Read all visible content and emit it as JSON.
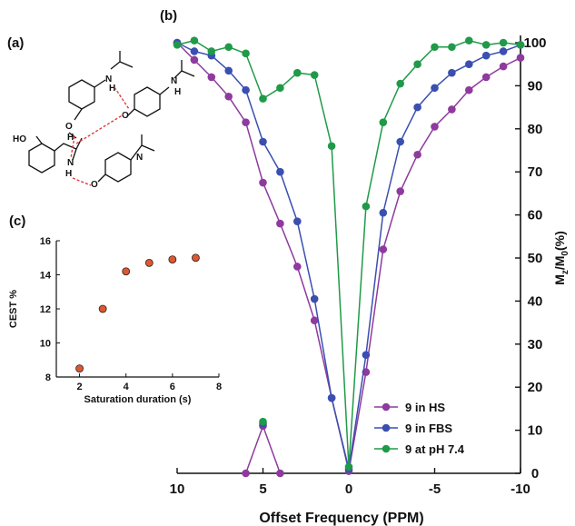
{
  "panels": {
    "a": "(a)",
    "b": "(b)",
    "c": "(c)"
  },
  "molecule": {
    "atom_labels": [
      "N",
      "H",
      "H",
      "O",
      "H",
      "N",
      "H",
      "H",
      "HO",
      "O",
      "H",
      "N",
      "H",
      "O",
      "O",
      "H",
      "N"
    ]
  },
  "chart_data": [
    {
      "id": "b",
      "type": "line",
      "xlabel": "Offset Frequency (PPM)",
      "ylabel": "Mz/M0(%)",
      "ylabel_parts": [
        "M",
        "z",
        "/M",
        "0",
        "(%)"
      ],
      "xlim": [
        10,
        -10
      ],
      "ylim": [
        0,
        100
      ],
      "x_inverted": true,
      "y_axis_side": "right",
      "xticks": [
        10,
        5,
        0,
        -5,
        -10
      ],
      "xtick_labels": [
        "10",
        "5",
        "0",
        "-5",
        "-10"
      ],
      "yticks": [
        0,
        10,
        20,
        30,
        40,
        50,
        60,
        70,
        80,
        90,
        100
      ],
      "legend_position": "lower-right",
      "series": [
        {
          "name": "9 in HS",
          "color": "#8e3a9e",
          "points": [
            [
              10,
              100
            ],
            [
              9,
              96
            ],
            [
              8,
              92
            ],
            [
              7,
              87.5
            ],
            [
              6,
              81.5
            ],
            [
              5,
              67.5
            ],
            [
              4,
              58
            ],
            [
              3,
              48
            ],
            [
              2,
              35.5
            ],
            [
              1,
              17.5
            ],
            [
              0,
              0.5
            ],
            [
              -1,
              23.5
            ],
            [
              -2,
              52
            ],
            [
              -3,
              65.5
            ],
            [
              -4,
              74
            ],
            [
              -5,
              80.5
            ],
            [
              -6,
              84.5
            ],
            [
              -7,
              89
            ],
            [
              -8,
              92
            ],
            [
              -9,
              94.5
            ],
            [
              -10,
              96.5
            ]
          ]
        },
        {
          "name": "9 in FBS",
          "color": "#3a4fb0",
          "points": [
            [
              10,
              100
            ],
            [
              9,
              98
            ],
            [
              8,
              97
            ],
            [
              7,
              93.5
            ],
            [
              6,
              89
            ],
            [
              5,
              77
            ],
            [
              4,
              70
            ],
            [
              3,
              58.5
            ],
            [
              2,
              40.5
            ],
            [
              1,
              17.5
            ],
            [
              0,
              1
            ],
            [
              -1,
              27.5
            ],
            [
              -2,
              60.5
            ],
            [
              -3,
              77
            ],
            [
              -4,
              85
            ],
            [
              -5,
              89.5
            ],
            [
              -6,
              93
            ],
            [
              -7,
              95
            ],
            [
              -8,
              97
            ],
            [
              -9,
              98
            ],
            [
              -10,
              99.5
            ]
          ]
        },
        {
          "name": "9 at pH 7.4",
          "color": "#1f9a48",
          "points": [
            [
              10,
              99.5
            ],
            [
              9,
              100.5
            ],
            [
              8,
              98
            ],
            [
              7,
              99
            ],
            [
              6,
              97.5
            ],
            [
              5,
              87
            ],
            [
              4,
              89.5
            ],
            [
              3,
              93
            ],
            [
              2,
              92.5
            ],
            [
              1,
              76
            ],
            [
              0,
              1.5
            ],
            [
              -1,
              62
            ],
            [
              -2,
              81.5
            ],
            [
              -3,
              90.5
            ],
            [
              -4,
              95
            ],
            [
              -5,
              99
            ],
            [
              -6,
              99
            ],
            [
              -7,
              100.5
            ],
            [
              -8,
              99.5
            ],
            [
              -9,
              100
            ],
            [
              -10,
              99.5
            ]
          ]
        }
      ],
      "extra_traces": [
        {
          "color": "#8e3a9e",
          "points": [
            [
              6,
              0
            ],
            [
              5,
              11
            ],
            [
              4,
              0
            ]
          ]
        },
        {
          "color": "#3a4fb0",
          "points": [
            [
              5,
              11.5
            ]
          ]
        },
        {
          "color": "#1f9a48",
          "points": [
            [
              5,
              12
            ]
          ]
        }
      ]
    },
    {
      "id": "c",
      "type": "scatter",
      "xlabel": "Saturation duration (s)",
      "ylabel": "CEST %",
      "xlim": [
        1,
        8
      ],
      "ylim": [
        8,
        16
      ],
      "xticks": [
        2,
        4,
        6,
        8
      ],
      "yticks": [
        8,
        10,
        12,
        14,
        16
      ],
      "marker_color": "#e0572f",
      "series": [
        {
          "points": [
            [
              2,
              8.5
            ],
            [
              3,
              12
            ],
            [
              4,
              14.2
            ],
            [
              5,
              14.7
            ],
            [
              6,
              14.9
            ],
            [
              7,
              15
            ]
          ]
        }
      ]
    }
  ]
}
